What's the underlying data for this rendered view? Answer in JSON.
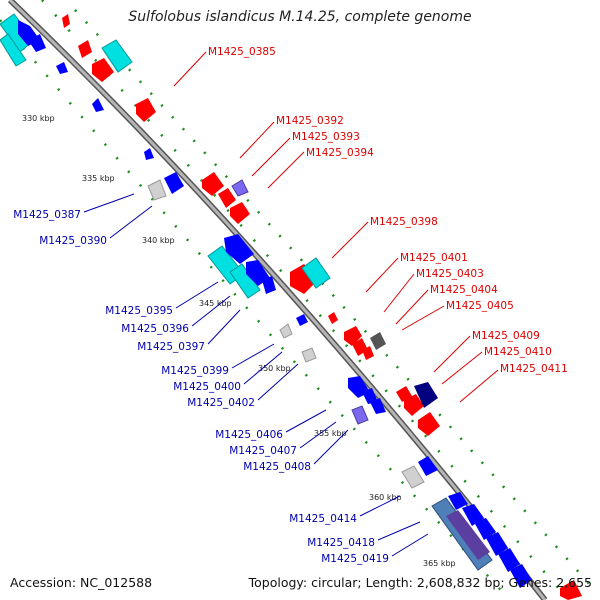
{
  "title": "Sulfolobus islandicus M.14.25, complete genome",
  "footer": {
    "accession": "Accession: NC_012588",
    "summary": "Topology: circular; Length: 2,608,832 bp; Genes: 2,655"
  },
  "colors": {
    "backbone": "#8a8a8a",
    "forward_label": "#dd0000",
    "reverse_label": "#0000aa",
    "forward_gene": "#ff0000",
    "reverse_gene": "#0000ff",
    "rna": "#00e0e0",
    "pseudo": "#cccccc",
    "gc_dots": "#1a8c1a"
  },
  "scale_ticks": [
    "330 kbp",
    "335 kbp",
    "340 kbp",
    "345 kbp",
    "350 kbp",
    "355 kbp",
    "360 kbp",
    "365 kbp"
  ],
  "forward_labels": [
    "M1425_0385",
    "M1425_0392",
    "M1425_0393",
    "M1425_0394",
    "M1425_0398",
    "M1425_0401",
    "M1425_0403",
    "M1425_0404",
    "M1425_0405",
    "M1425_0409",
    "M1425_0410",
    "M1425_0411"
  ],
  "reverse_labels": [
    "M1425_0387",
    "M1425_0390",
    "M1425_0395",
    "M1425_0396",
    "M1425_0397",
    "M1425_0399",
    "M1425_0400",
    "M1425_0402",
    "M1425_0406",
    "M1425_0407",
    "M1425_0408",
    "M1425_0414",
    "M1425_0418",
    "M1425_0419"
  ]
}
